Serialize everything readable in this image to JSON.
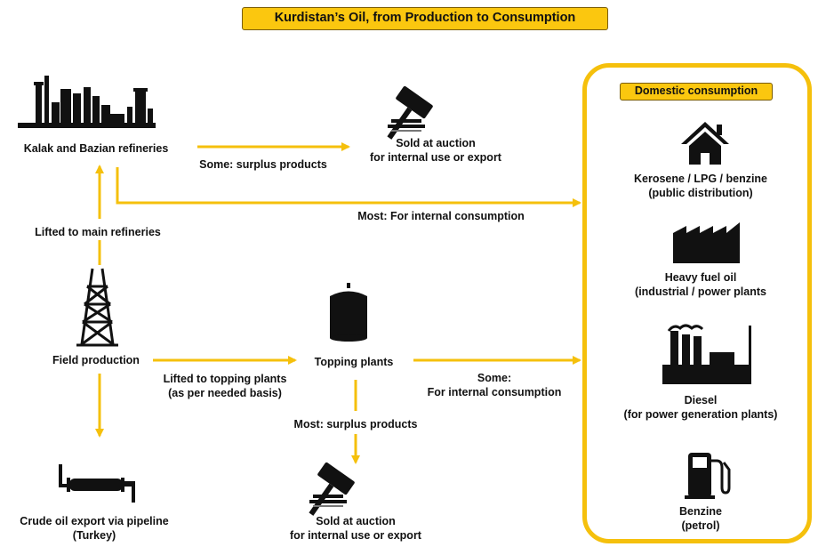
{
  "title": "Kurdistan’s Oil, from Production to Consumption",
  "nodes": {
    "refineries": "Kalak and Bazian refineries",
    "field": "Field production",
    "topping": "Topping plants",
    "auction_top": [
      "Sold at auction",
      "for internal use or export"
    ],
    "auction_bottom": [
      "Sold at auction",
      "for internal use or export"
    ],
    "pipeline": [
      "Crude oil export via pipeline",
      "(Turkey)"
    ]
  },
  "flows": {
    "some_surplus": "Some: surplus products",
    "most_internal": "Most: For internal consumption",
    "lifted_main": "Lifted to main refineries",
    "lifted_topping": [
      "Lifted to topping plants",
      "(as per needed basis)"
    ],
    "some_internal": [
      "Some:",
      "For internal consumption"
    ],
    "most_surplus": "Most: surplus products"
  },
  "domestic": {
    "title": "Domestic consumption",
    "items": [
      {
        "lines": [
          "Kerosene / LPG / benzine",
          "(public distribution)"
        ],
        "icon": "house-icon"
      },
      {
        "lines": [
          "Heavy fuel oil",
          "(industrial / power plants"
        ],
        "icon": "factory-icon"
      },
      {
        "lines": [
          "Diesel",
          "(for power generation plants)"
        ],
        "icon": "power-plant-icon"
      },
      {
        "lines": [
          "Benzine",
          "(petrol)"
        ],
        "icon": "fuel-pump-icon"
      }
    ]
  },
  "colors": {
    "accent": "#f5c00c",
    "title_fill": "#fbc70f",
    "icon": "#111111"
  }
}
